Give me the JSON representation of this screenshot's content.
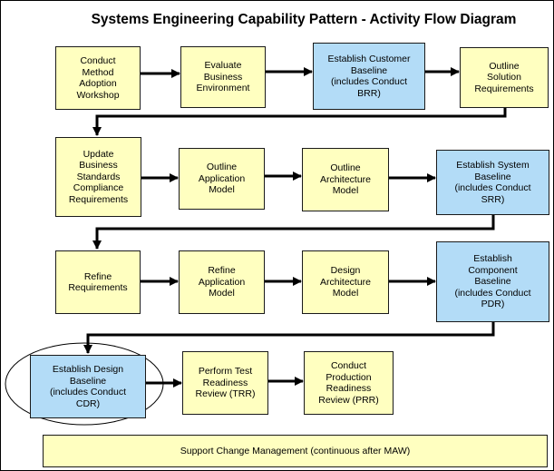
{
  "title": "Systems Engineering Capability Pattern - Activity Flow Diagram",
  "colors": {
    "activity_fill": "#ffffc0",
    "baseline_fill": "#b3dcf7",
    "line": "#000000"
  },
  "rows": [
    {
      "nodes": [
        {
          "text": "Conduct\nMethod\nAdoption\nWorkshop",
          "kind": "activity"
        },
        {
          "text": "Evaluate\nBusiness\nEnvironment",
          "kind": "activity"
        },
        {
          "text": "Establish Customer\nBaseline\n(includes Conduct\nBRR)",
          "kind": "baseline"
        },
        {
          "text": "Outline\nSolution\nRequirements",
          "kind": "activity"
        }
      ]
    },
    {
      "nodes": [
        {
          "text": "Update\nBusiness\nStandards\nCompliance\nRequirements",
          "kind": "activity"
        },
        {
          "text": "Outline\nApplication\nModel",
          "kind": "activity"
        },
        {
          "text": "Outline\nArchitecture\nModel",
          "kind": "activity"
        },
        {
          "text": "Establish System\nBaseline\n(includes Conduct\nSRR)",
          "kind": "baseline"
        }
      ]
    },
    {
      "nodes": [
        {
          "text": "Refine\nRequirements",
          "kind": "activity"
        },
        {
          "text": "Refine\nApplication\nModel",
          "kind": "activity"
        },
        {
          "text": "Design\nArchitecture\nModel",
          "kind": "activity"
        },
        {
          "text": "Establish\nComponent\nBaseline\n(includes Conduct\nPDR)",
          "kind": "baseline"
        }
      ]
    },
    {
      "nodes": [
        {
          "text": "Establish Design\nBaseline\n(includes Conduct\nCDR)",
          "kind": "baseline",
          "highlighted": true
        },
        {
          "text": "Perform Test\nReadiness\nReview (TRR)",
          "kind": "activity"
        },
        {
          "text": "Conduct\nProduction\nReadiness\nReview (PRR)",
          "kind": "activity"
        }
      ]
    }
  ],
  "support": "Support Change Management (continuous after MAW)"
}
